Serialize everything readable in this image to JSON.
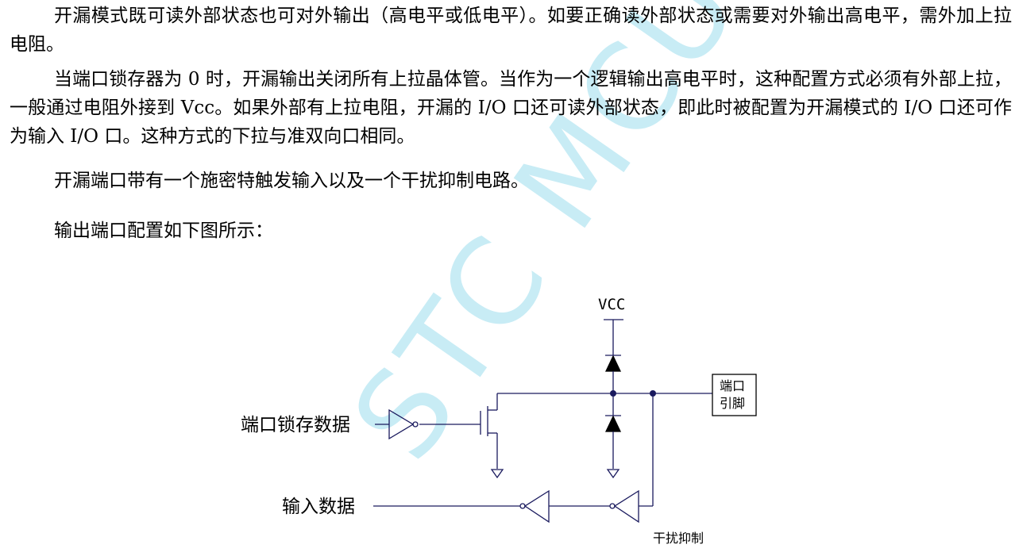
{
  "watermark": "STC MCU",
  "paragraphs": [
    "开漏模式既可读外部状态也可对外输出（高电平或低电平）。如要正确读外部状态或需要对外输出高电平，需外加上拉电阻。",
    "当端口锁存器为 0 时，开漏输出关闭所有上拉晶体管。当作为一个逻辑输出高电平时，这种配置方式必须有外部上拉，一般通过电阻外接到 Vcc。如果外部有上拉电阻，开漏的 I/O 口还可读外部状态，即此时被配置为开漏模式的 I/O 口还可作为输入 I/O 口。这种方式的下拉与准双向口相同。",
    "开漏端口带有一个施密特触发输入以及一个干扰抑制电路。",
    "输出端口配置如下图所示："
  ],
  "diagram": {
    "vcc_label": "VCC",
    "latch_label": "端口锁存数据",
    "input_label": "输入数据",
    "pin_label_line1": "端口",
    "pin_label_line2": "引脚",
    "suppress_label": "干扰抑制"
  },
  "colors": {
    "wire": "#1a1a5e",
    "watermark": "#c8ecf5"
  }
}
